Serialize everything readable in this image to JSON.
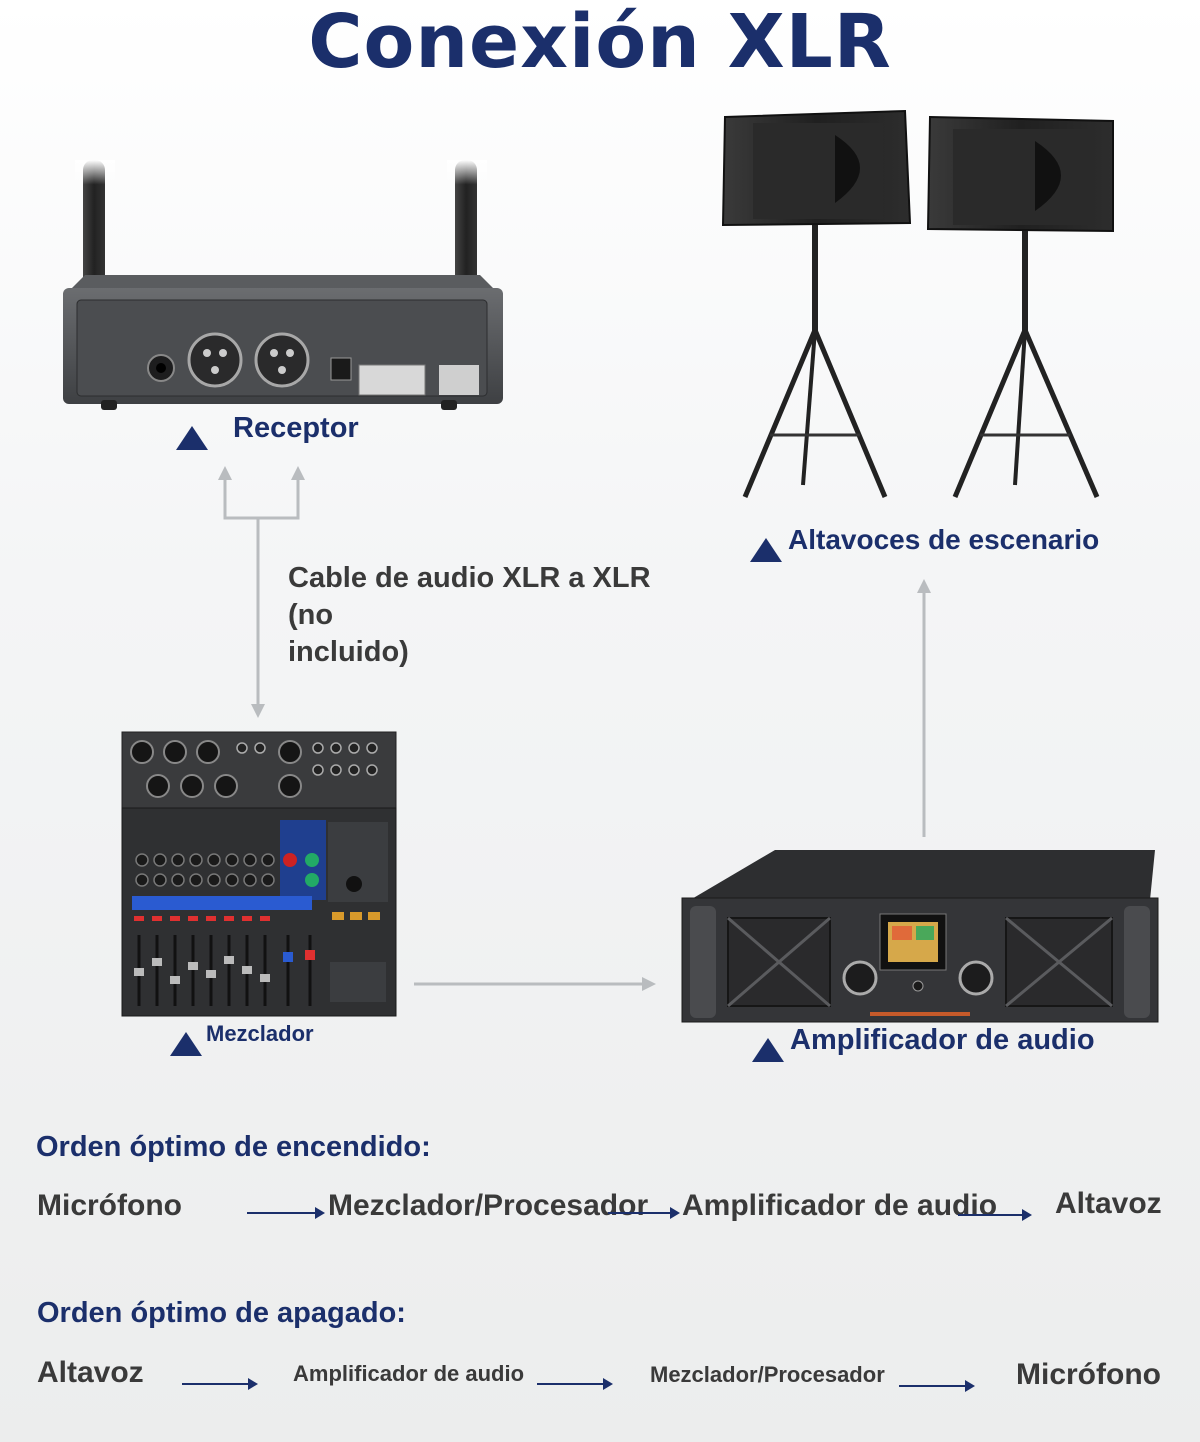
{
  "title": "Conexión XLR",
  "devices": {
    "receptor": "Receptor",
    "altavoces": "Altavoces de escenario",
    "mezclador": "Mezclador",
    "amplificador": "Amplificador de audio"
  },
  "cable_note": {
    "line1": "Cable de audio XLR a XLR",
    "line2": "(no",
    "line3": "incluido)"
  },
  "power_on": {
    "heading": "Orden óptimo de encendido:",
    "steps": [
      "Micrófono",
      "Mezclador/Procesador",
      "Amplificador de audio",
      "Altavoz"
    ]
  },
  "power_off": {
    "heading": "Orden óptimo de apagado:",
    "steps": [
      "Altavoz",
      "Amplificador de audio",
      "Mezclador/Procesador",
      "Micrófono"
    ]
  },
  "colors": {
    "accent": "#1b2f6b",
    "text": "#3a3a3a",
    "connector": "#b9bcbf"
  }
}
